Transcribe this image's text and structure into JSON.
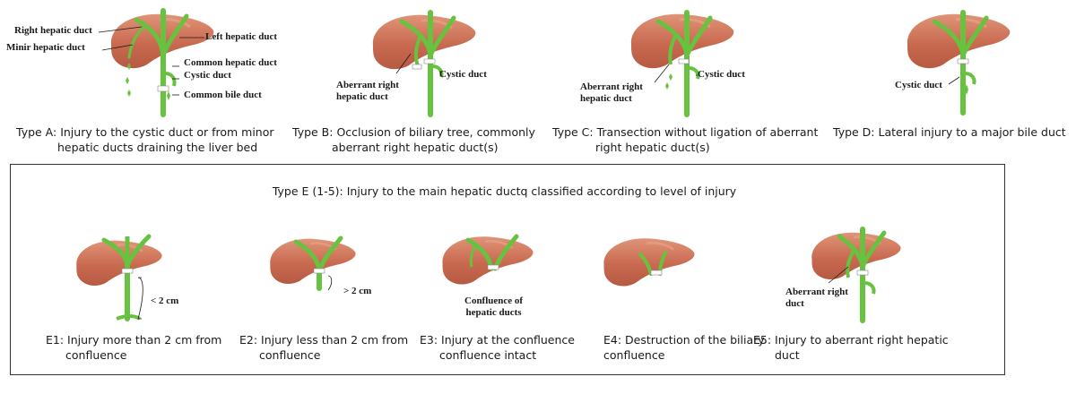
{
  "colors": {
    "liver": "#c7684d",
    "liver_light": "#e39a7f",
    "duct": "#67c23f",
    "duct_dark": "#3f8f2a",
    "text": "#1a1a1a"
  },
  "type_a": {
    "labels": {
      "right_hepatic": "Right hepatic duct",
      "minor_hepatic": "Minir hepatic duct",
      "left_hepatic": "Left hepatic duct",
      "common_hepatic": "Common hepatic duct",
      "cystic": "Cystic duct",
      "common_bile": "Common bile duct"
    },
    "caption_line1": "Type A: Injury to the cystic duct or from minor",
    "caption_line2": "hepatic ducts draining the liver bed"
  },
  "type_b": {
    "labels": {
      "aberrant_line1": "Aberrant right",
      "aberrant_line2": "hepatic duct",
      "cystic": "Cystic duct"
    },
    "caption_line1": "Type B: Occlusion of biliary tree, commonly",
    "caption_line2": "aberrant right hepatic duct(s)"
  },
  "type_c": {
    "labels": {
      "aberrant_line1": "Aberrant right",
      "aberrant_line2": "hepatic duct",
      "cystic": "Cystic duct"
    },
    "caption_line1": "Type C: Transection  without ligation of aberrant",
    "caption_line2": "right hepatic duct(s)"
  },
  "type_d": {
    "labels": {
      "cystic": "Cystic duct"
    },
    "caption_line1": "Type D: Lateral injury to a major bile duct"
  },
  "type_e": {
    "header": "Type E (1-5): Injury to the main hepatic ductq classified  according to level of injury",
    "e1": {
      "label": "< 2 cm",
      "caption_line1": "E1: Injury more than 2 cm from",
      "caption_line2": "confluence"
    },
    "e2": {
      "label": "> 2 cm",
      "caption_line1": "E2: Injury less than 2 cm from",
      "caption_line2": "confluence"
    },
    "e3": {
      "label_line1": "Confluence of",
      "label_line2": "hepatic ducts",
      "caption_line1": "E3: Injury at the confluence",
      "caption_line2": "confluence intact"
    },
    "e4": {
      "caption_line1": "E4: Destruction  of the biliary",
      "caption_line2": "confluence"
    },
    "e5": {
      "label_line1": "Aberrant right",
      "label_line2": "duct",
      "caption_line1": "E5: Injury to aberrant right hepatic",
      "caption_line2": "duct"
    }
  }
}
